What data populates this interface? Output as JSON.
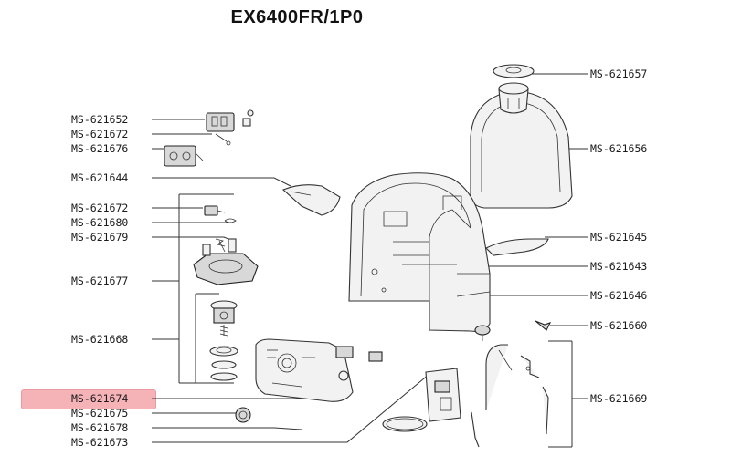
{
  "title": "EX6400FR/1P0",
  "highlight_color": "#f5b3b8",
  "labels_left": [
    "MS-621652",
    "MS-621672",
    "MS-621676",
    "MS-621644",
    "MS-621672",
    "MS-621680",
    "MS-621679",
    "MS-621677",
    "MS-621668",
    "MS-621674",
    "MS-621675",
    "MS-621678",
    "MS-621673"
  ],
  "labels_right": [
    "MS-621657",
    "MS-621656",
    "MS-621645",
    "MS-621643",
    "MS-621646",
    "MS-621660",
    "MS-621669"
  ],
  "highlighted_label": "MS-621674"
}
